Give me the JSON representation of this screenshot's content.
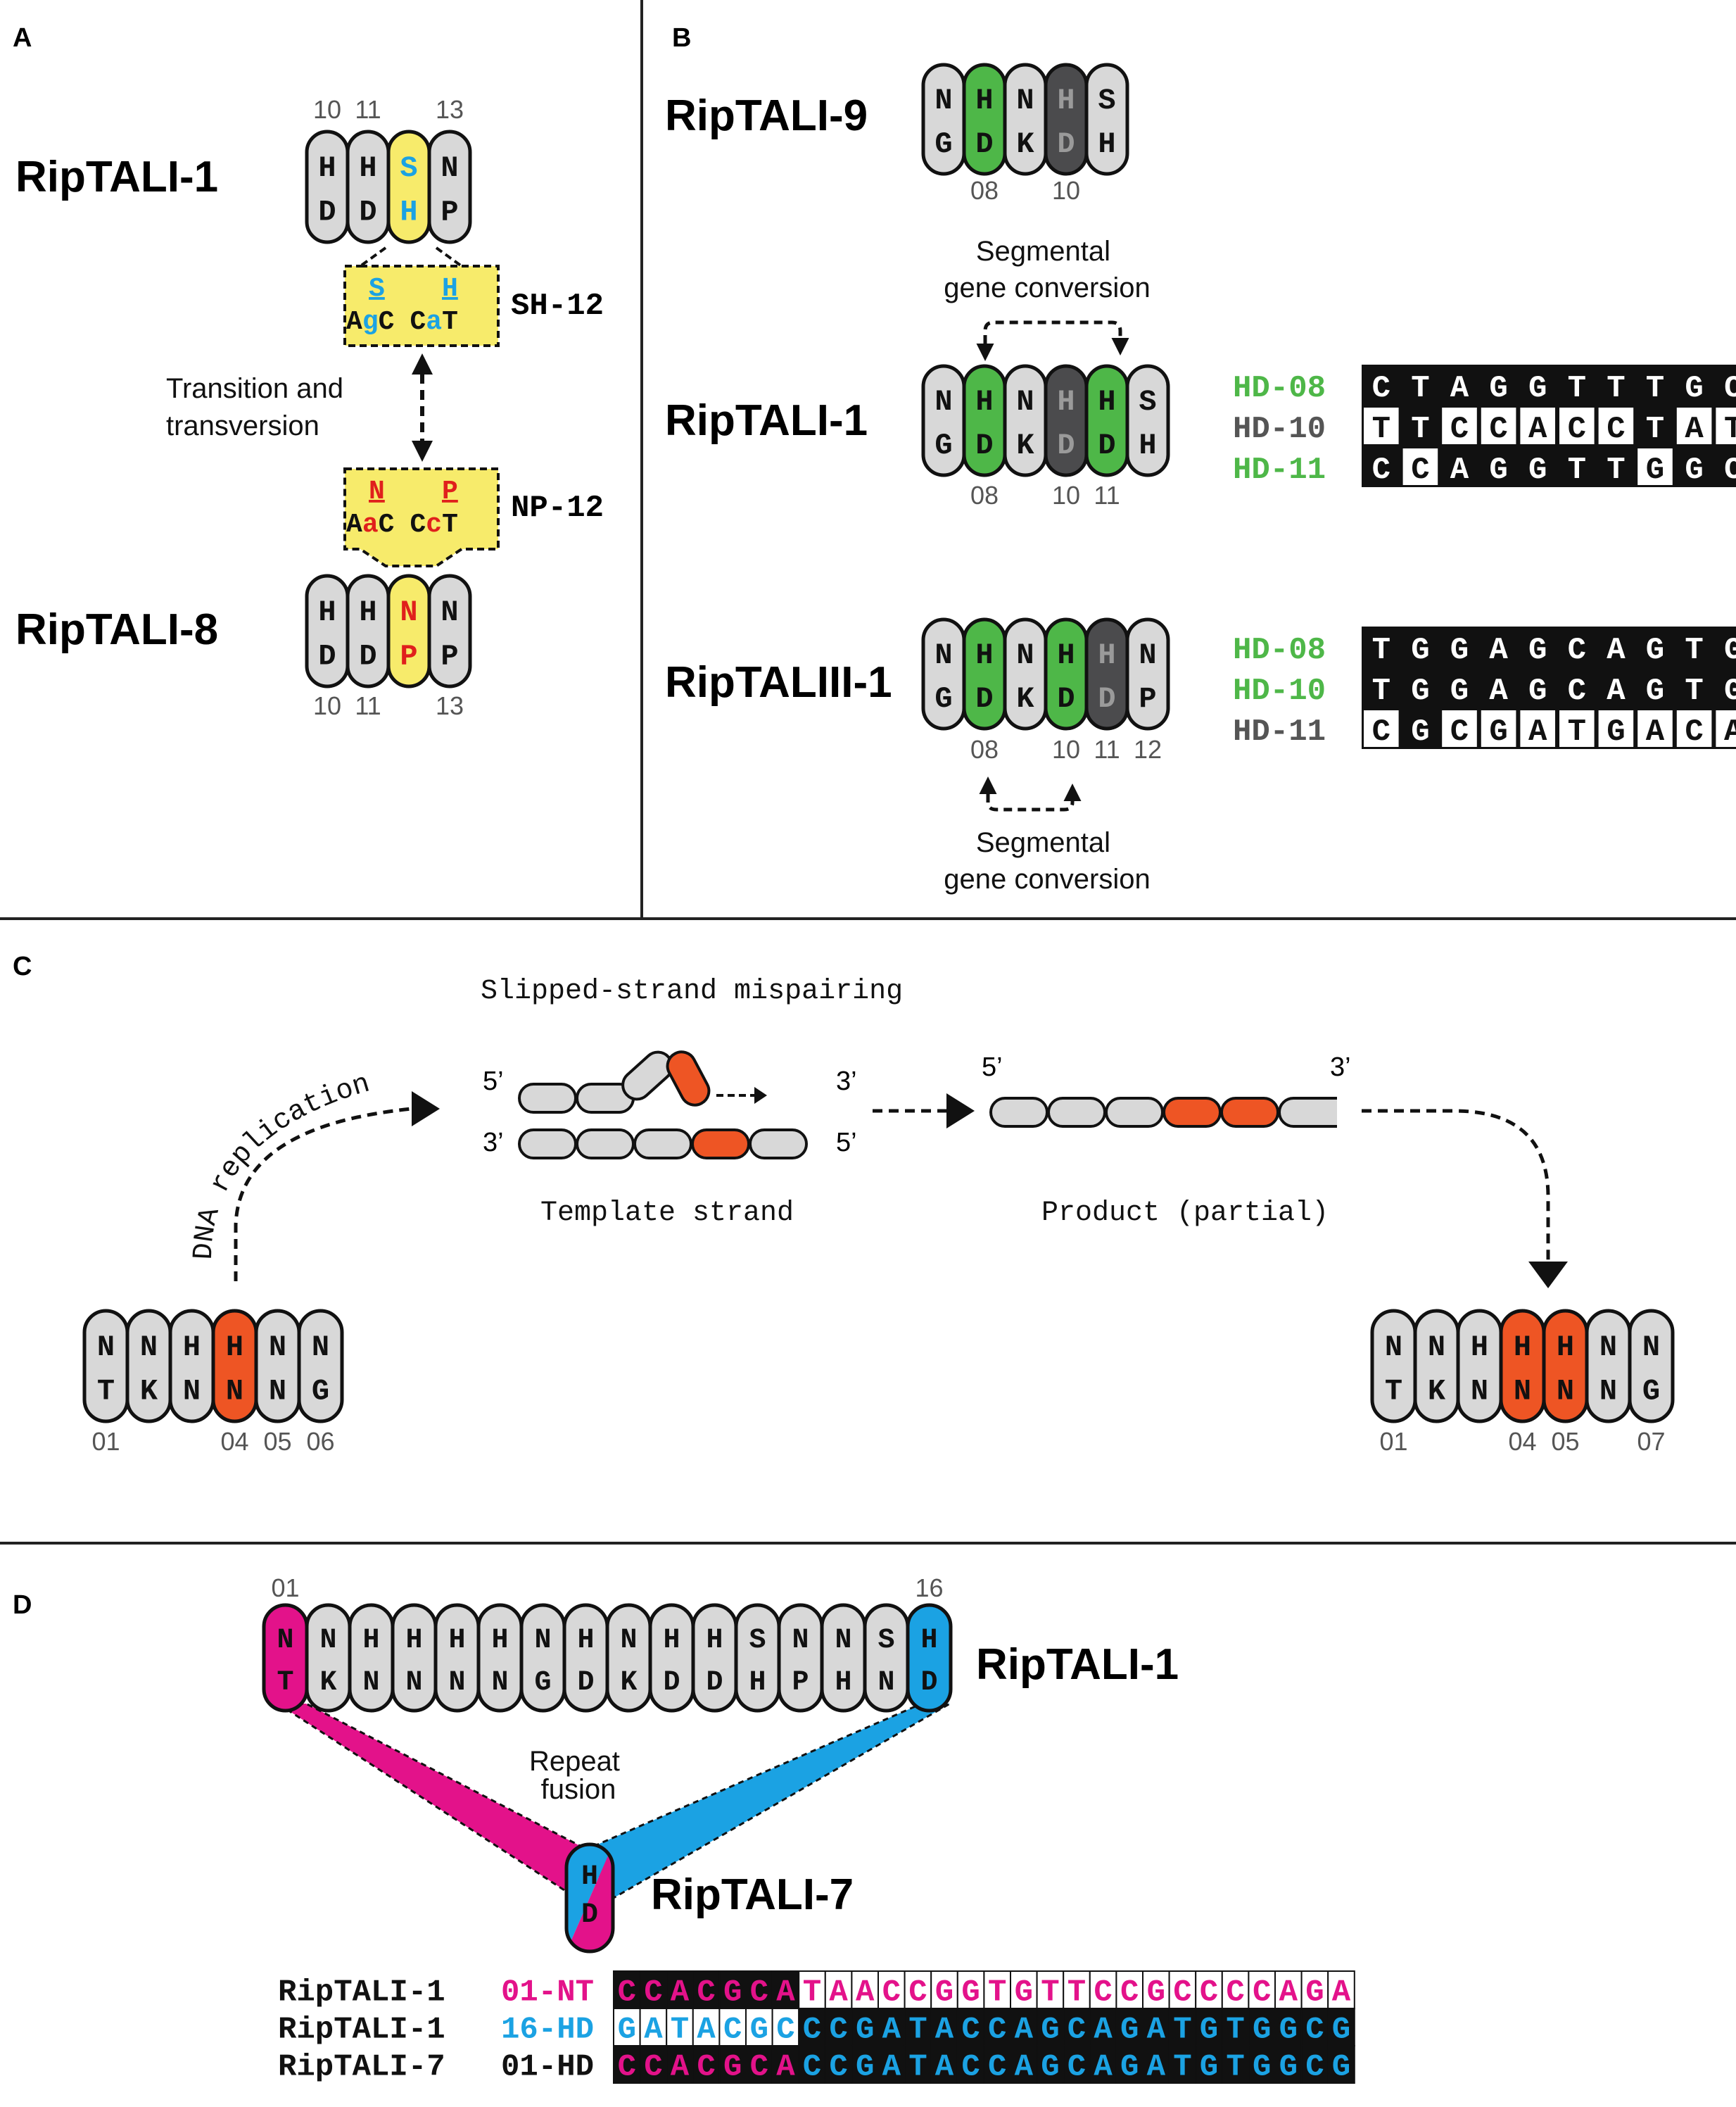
{
  "panels": {
    "A": {
      "letter": "A",
      "top_name": "RipTALI-1",
      "bottom_name": "RipTALI-8",
      "top_repeats": [
        {
          "t": "H",
          "b": "D",
          "fill": "grey"
        },
        {
          "t": "H",
          "b": "D",
          "fill": "grey"
        },
        {
          "t": "S",
          "b": "H",
          "fill": "yellow",
          "tc": "blue"
        },
        {
          "t": "N",
          "b": "P",
          "fill": "grey"
        }
      ],
      "top_nums": [
        "10",
        "11",
        "13"
      ],
      "bottom_repeats": [
        {
          "t": "H",
          "b": "D",
          "fill": "grey"
        },
        {
          "t": "H",
          "b": "D",
          "fill": "grey"
        },
        {
          "t": "N",
          "b": "P",
          "fill": "yellow",
          "tc": "red"
        },
        {
          "t": "N",
          "b": "P",
          "fill": "grey"
        }
      ],
      "bottom_nums": [
        "10",
        "11",
        "13"
      ],
      "sh_box": {
        "aa1": "S",
        "aa2": "H",
        "codon1": [
          "A",
          "g",
          "C"
        ],
        "codon2": [
          "C",
          "a",
          "T"
        ],
        "label": "SH-12"
      },
      "np_box": {
        "aa1": "N",
        "aa2": "P",
        "codon1": [
          "A",
          "a",
          "C"
        ],
        "codon2": [
          "C",
          "c",
          "T"
        ],
        "label": "NP-12"
      },
      "arrow_label": [
        "Transition and",
        "transversion"
      ]
    },
    "B": {
      "letter": "B",
      "r9": {
        "name": "RipTALI-9",
        "repeats": [
          {
            "t": "N",
            "b": "G",
            "fill": "grey"
          },
          {
            "t": "H",
            "b": "D",
            "fill": "green"
          },
          {
            "t": "N",
            "b": "K",
            "fill": "grey"
          },
          {
            "t": "H",
            "b": "D",
            "fill": "dark"
          },
          {
            "t": "S",
            "b": "H",
            "fill": "grey"
          }
        ],
        "nums": [
          "08",
          "10"
        ]
      },
      "conv_top_label": [
        "Segmental",
        "gene conversion"
      ],
      "r1": {
        "name": "RipTALI-1",
        "repeats": [
          {
            "t": "N",
            "b": "G",
            "fill": "grey"
          },
          {
            "t": "H",
            "b": "D",
            "fill": "green"
          },
          {
            "t": "N",
            "b": "K",
            "fill": "grey"
          },
          {
            "t": "H",
            "b": "D",
            "fill": "dark"
          },
          {
            "t": "H",
            "b": "D",
            "fill": "green"
          },
          {
            "t": "S",
            "b": "H",
            "fill": "grey"
          }
        ],
        "nums": [
          "08",
          "10",
          "11"
        ]
      },
      "r1_seqs": [
        {
          "label": "HD-08",
          "color": "green",
          "seq": "CTAGGTTTGCG"
        },
        {
          "label": "HD-10",
          "color": "grey",
          "seq": "TTCCACCTATG"
        },
        {
          "label": "HD-11",
          "color": "green",
          "seq": "CCAGGTTGGCA"
        }
      ],
      "r3": {
        "name": "RipTALIII-1",
        "repeats": [
          {
            "t": "N",
            "b": "G",
            "fill": "grey"
          },
          {
            "t": "H",
            "b": "D",
            "fill": "green"
          },
          {
            "t": "N",
            "b": "K",
            "fill": "grey"
          },
          {
            "t": "H",
            "b": "D",
            "fill": "green"
          },
          {
            "t": "H",
            "b": "D",
            "fill": "dark"
          },
          {
            "t": "N",
            "b": "P",
            "fill": "grey"
          }
        ],
        "nums": [
          "08",
          "10",
          "11",
          "12"
        ]
      },
      "r3_seqs": [
        {
          "label": "HD-08",
          "color": "green",
          "seq": "TGGAGCAGTGG"
        },
        {
          "label": "HD-10",
          "color": "green",
          "seq": "TGGAGCAGTGG"
        },
        {
          "label": "HD-11",
          "color": "grey",
          "seq": "CGCGATGACAC"
        }
      ],
      "conv_bottom_label": [
        "Segmental",
        "gene conversion"
      ]
    },
    "C": {
      "letter": "C",
      "title": "Slipped-strand mispairing",
      "dna_label": "DNA replication",
      "template_label": "Template strand",
      "product_label": "Product (partial)",
      "five_prime": "5’",
      "three_prime": "3’",
      "left_repeats": [
        {
          "t": "N",
          "b": "T",
          "fill": "grey"
        },
        {
          "t": "N",
          "b": "K",
          "fill": "grey"
        },
        {
          "t": "H",
          "b": "N",
          "fill": "grey"
        },
        {
          "t": "H",
          "b": "N",
          "fill": "orange"
        },
        {
          "t": "N",
          "b": "N",
          "fill": "grey"
        },
        {
          "t": "N",
          "b": "G",
          "fill": "grey"
        }
      ],
      "left_nums": [
        "01",
        "04",
        "05",
        "06"
      ],
      "right_repeats": [
        {
          "t": "N",
          "b": "T",
          "fill": "grey"
        },
        {
          "t": "N",
          "b": "K",
          "fill": "grey"
        },
        {
          "t": "H",
          "b": "N",
          "fill": "grey"
        },
        {
          "t": "H",
          "b": "N",
          "fill": "orange"
        },
        {
          "t": "H",
          "b": "N",
          "fill": "orange"
        },
        {
          "t": "N",
          "b": "N",
          "fill": "grey"
        },
        {
          "t": "N",
          "b": "G",
          "fill": "grey"
        }
      ],
      "right_nums": [
        "01",
        "04",
        "05",
        "07"
      ]
    },
    "D": {
      "letter": "D",
      "name1": "RipTALI-1",
      "name7": "RipTALI-7",
      "repeats": [
        {
          "t": "N",
          "b": "T",
          "fill": "magenta"
        },
        {
          "t": "N",
          "b": "K",
          "fill": "grey"
        },
        {
          "t": "H",
          "b": "N",
          "fill": "grey"
        },
        {
          "t": "H",
          "b": "N",
          "fill": "grey"
        },
        {
          "t": "H",
          "b": "N",
          "fill": "grey"
        },
        {
          "t": "H",
          "b": "N",
          "fill": "grey"
        },
        {
          "t": "N",
          "b": "G",
          "fill": "grey"
        },
        {
          "t": "H",
          "b": "D",
          "fill": "grey"
        },
        {
          "t": "N",
          "b": "K",
          "fill": "grey"
        },
        {
          "t": "H",
          "b": "D",
          "fill": "grey"
        },
        {
          "t": "H",
          "b": "D",
          "fill": "grey"
        },
        {
          "t": "S",
          "b": "H",
          "fill": "grey"
        },
        {
          "t": "N",
          "b": "P",
          "fill": "grey"
        },
        {
          "t": "N",
          "b": "H",
          "fill": "grey"
        },
        {
          "t": "S",
          "b": "N",
          "fill": "grey"
        },
        {
          "t": "H",
          "b": "D",
          "fill": "blue"
        }
      ],
      "nums": [
        "01",
        "16"
      ],
      "fusion_label": [
        "Repeat",
        "fusion"
      ],
      "fused": {
        "t": "H",
        "b": "D"
      },
      "seq_rows": [
        {
          "name": "RipTALI-1",
          "tag": "01-NT",
          "tag_color": "magenta",
          "seq": "CCACGCATAACCGGTGTTCCGCCCCAGA"
        },
        {
          "name": "RipTALI-1",
          "tag": "16-HD",
          "tag_color": "blue",
          "seq": "GATACGCCCGATACCAGCAGATGTGGCG"
        },
        {
          "name": "RipTALI-7",
          "tag": "01-HD",
          "tag_color": "black",
          "seq": "CCACGCACCGATACCAGCAGATGTGGCG"
        }
      ]
    }
  },
  "colors": {
    "grey": "#d8d8d8",
    "green": "#4eb748",
    "dark": "#4b4b4d",
    "yellow": "#f7eb6b",
    "orange": "#ee5524",
    "magenta": "#e3128a",
    "blue": "#1ba2e3",
    "red": "#e0201c",
    "seqgreen": "#4eb748",
    "seqgrey": "#555555"
  }
}
